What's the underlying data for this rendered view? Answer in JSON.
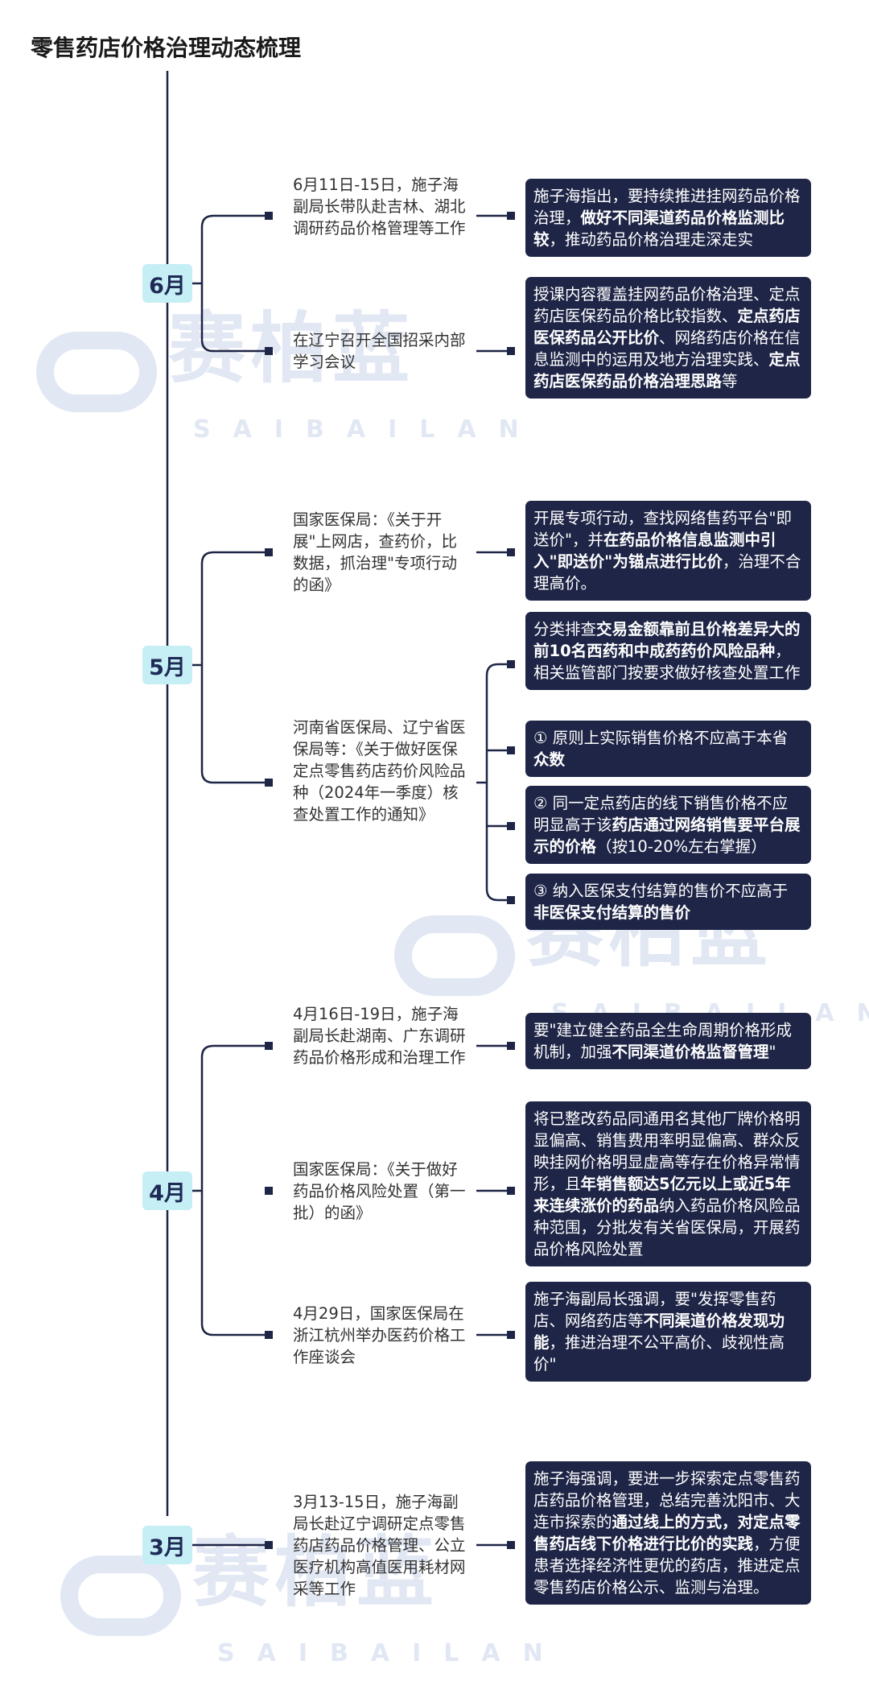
{
  "title": "零售药店价格治理动态梳理",
  "watermark": {
    "main": "赛柏蓝",
    "sub": "SAIBAILAN"
  },
  "months": [
    "6月",
    "5月",
    "4月",
    "3月"
  ],
  "events": [
    {
      "text": "6月11日-15日，施子海副局长带队赴吉林、湖北调研药品价格管理等工作",
      "notes": [
        [
          {
            "t": "施子海指出，要持续推进挂网药品价格治理，"
          },
          {
            "t": "做好不同渠道药品价格监测比较",
            "b": true
          },
          {
            "t": "，推动药品价格治理走深走实"
          }
        ]
      ]
    },
    {
      "text": "在辽宁召开全国招采内部学习会议",
      "notes": [
        [
          {
            "t": "授课内容覆盖挂网药品价格治理、定点药店医保药品价格比较指数、"
          },
          {
            "t": "定点药店医保药品公开比价",
            "b": true
          },
          {
            "t": "、网络药店价格在信息监测中的运用及地方治理实践、"
          },
          {
            "t": "定点药店医保药品价格治理思路",
            "b": true
          },
          {
            "t": "等"
          }
        ]
      ]
    },
    {
      "text": "国家医保局：《关于开展\"上网店，查药价，比数据，抓治理\"专项行动的函》",
      "notes": [
        [
          {
            "t": "开展专项行动，查找网络售药平台\"即送价\"，并"
          },
          {
            "t": "在药品价格信息监测中引入\"即送价\"为锚点进行比价",
            "b": true
          },
          {
            "t": "，治理不合理高价。"
          }
        ]
      ]
    },
    {
      "text": "河南省医保局、辽宁省医保局等：《关于做好医保定点零售药店药价风险品种（2024年一季度）核查处置工作的通知》",
      "notes": [
        [
          {
            "t": "分类排查"
          },
          {
            "t": "交易金额靠前且价格差异大的前10名西药和中成药药价风险品种",
            "b": true
          },
          {
            "t": "，相关监管部门按要求做好核查处置工作"
          }
        ],
        [
          {
            "t": "① 原则上实际销售价格不应高于本省"
          },
          {
            "t": "众数",
            "b": true
          }
        ],
        [
          {
            "t": "② 同一定点药店的线下销售价格不应明显高于该"
          },
          {
            "t": "药店通过网络销售要平台展示的价格",
            "b": true
          },
          {
            "t": "（按10-20%左右掌握）"
          }
        ],
        [
          {
            "t": "③ 纳入医保支付结算的售价不应高于"
          },
          {
            "t": "非医保支付结算的售价",
            "b": true
          }
        ]
      ]
    },
    {
      "text": "4月16日-19日，施子海副局长赴湖南、广东调研药品价格形成和治理工作",
      "notes": [
        [
          {
            "t": "要\"建立健全药品全生命周期价格形成机制，加强"
          },
          {
            "t": "不同渠道价格监督管理",
            "b": true
          },
          {
            "t": "\""
          }
        ]
      ]
    },
    {
      "text": "国家医保局：《关于做好药品价格风险处置（第一批）的函》",
      "notes": [
        [
          {
            "t": "将已整改药品同通用名其他厂牌价格明显偏高、销售费用率明显偏高、群众反映挂网价格明显虚高等存在价格异常情形，且"
          },
          {
            "t": "年销售额达5亿元以上或近5年来连续涨价的药品",
            "b": true
          },
          {
            "t": "纳入药品价格风险品种范围，分批发有关省医保局，开展药品价格风险处置"
          }
        ]
      ]
    },
    {
      "text": "4月29日，国家医保局在浙江杭州举办医药价格工作座谈会",
      "notes": [
        [
          {
            "t": "施子海副局长强调，要\"发挥零售药店、网络药店等"
          },
          {
            "t": "不同渠道价格发现功能",
            "b": true
          },
          {
            "t": "，推进治理不公平高价、歧视性高价\""
          }
        ]
      ]
    },
    {
      "text": "3月13-15日，施子海副局长赴辽宁调研定点零售药店药品价格管理、公立医疗机构高值医用耗材网采等工作",
      "notes": [
        [
          {
            "t": "施子海强调，要进一步探索定点零售药店药品价格管理，总结完善沈阳市、大连市探索的"
          },
          {
            "t": "通过线上的方式，对定点零售药店线下价格进行比价的实践",
            "b": true
          },
          {
            "t": "，方便患者选择经济性更优的药店，推进定点零售药店价格公示、监测与治理。"
          }
        ]
      ]
    }
  ]
}
